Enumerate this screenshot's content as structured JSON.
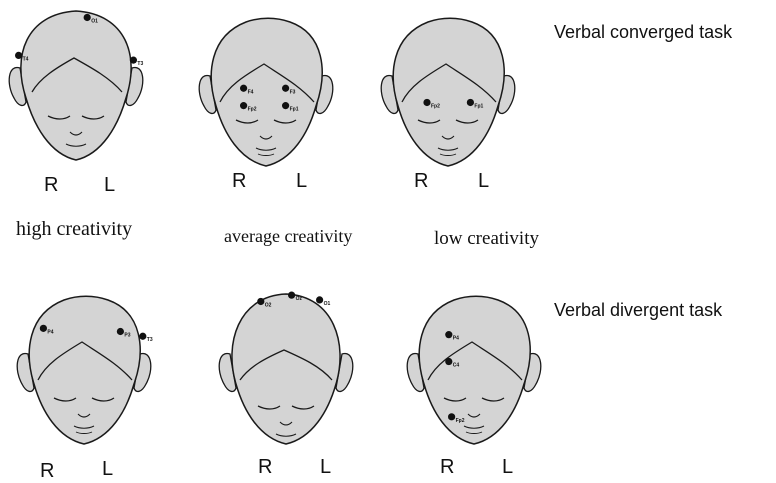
{
  "task_labels": {
    "converged": "Verbal converged task",
    "divergent": "Verbal divergent task"
  },
  "creativity_labels": {
    "high": "high creativity",
    "average": "average creativity",
    "low": "low creativity"
  },
  "side_labels": {
    "right": "R",
    "left": "L"
  },
  "heads": [
    {
      "view": "top",
      "electrodes": [
        {
          "label": "O1",
          "u": 0.58,
          "v": 0.06
        },
        {
          "label": "T4",
          "u": 0.09,
          "v": 0.3
        },
        {
          "label": "T3",
          "u": 0.91,
          "v": 0.33
        }
      ]
    },
    {
      "view": "front",
      "electrodes": [
        {
          "label": "F4",
          "u": 0.34,
          "v": 0.47
        },
        {
          "label": "F3",
          "u": 0.64,
          "v": 0.47
        },
        {
          "label": "Fp2",
          "u": 0.34,
          "v": 0.58
        },
        {
          "label": "Fp1",
          "u": 0.64,
          "v": 0.58
        }
      ]
    },
    {
      "view": "front",
      "electrodes": [
        {
          "label": "Fp2",
          "u": 0.35,
          "v": 0.56
        },
        {
          "label": "Fp1",
          "u": 0.66,
          "v": 0.56
        }
      ]
    },
    {
      "view": "front",
      "electrodes": [
        {
          "label": "P4",
          "u": 0.21,
          "v": 0.23
        },
        {
          "label": "P3",
          "u": 0.76,
          "v": 0.25
        },
        {
          "label": "T3",
          "u": 0.92,
          "v": 0.28
        }
      ]
    },
    {
      "view": "back",
      "electrodes": [
        {
          "label": "O2",
          "u": 0.32,
          "v": 0.06
        },
        {
          "label": "Oz",
          "u": 0.54,
          "v": 0.02
        },
        {
          "label": "O1",
          "u": 0.74,
          "v": 0.05
        }
      ]
    },
    {
      "view": "front",
      "electrodes": [
        {
          "label": "P4",
          "u": 0.32,
          "v": 0.27
        },
        {
          "label": "C4",
          "u": 0.32,
          "v": 0.44
        },
        {
          "label": "Fp2",
          "u": 0.34,
          "v": 0.79
        }
      ]
    }
  ]
}
